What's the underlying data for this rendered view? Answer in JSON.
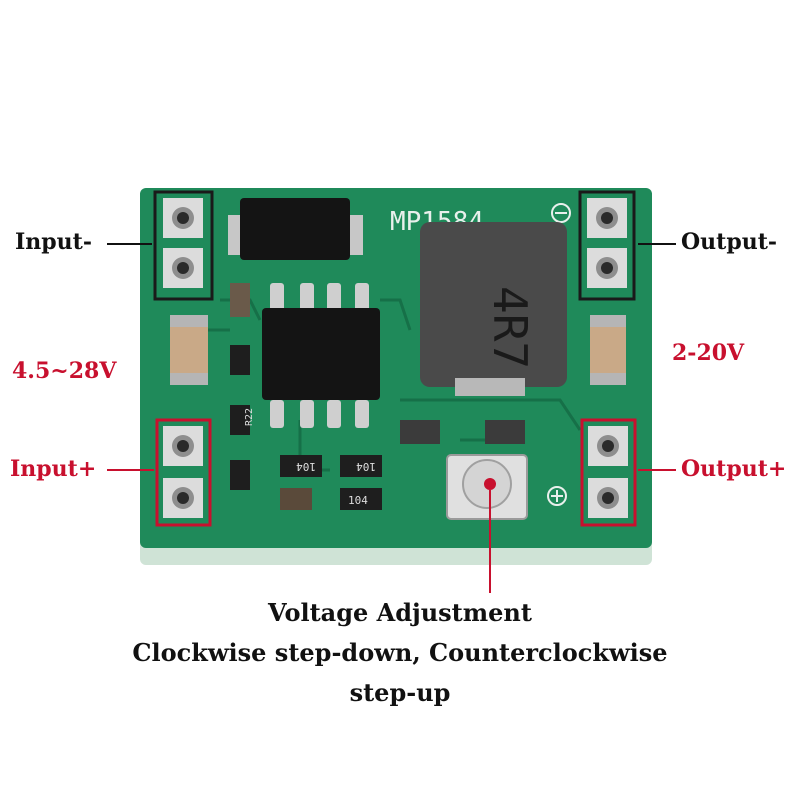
{
  "labels": {
    "input_minus": "Input-",
    "input_plus": "Input+",
    "input_range": "4.5~28V",
    "output_minus": "Output-",
    "output_plus": "Output+",
    "output_range": "2-20V"
  },
  "board_markings": {
    "chip": "MP1584",
    "inductor": "4R7",
    "resistor_1": "R22",
    "resistor_2": "104",
    "resistor_3": "104",
    "resistor_4": "104"
  },
  "caption": {
    "line1": "Voltage Adjustment",
    "line2": "Clockwise step-down, Counterclockwise",
    "line3": "step-up"
  },
  "colors": {
    "pcb": "#1f8a5a",
    "pcb_dark": "#167048",
    "label_black": "#111111",
    "label_red": "#c8102e",
    "silkscreen": "#e8f0ec"
  }
}
